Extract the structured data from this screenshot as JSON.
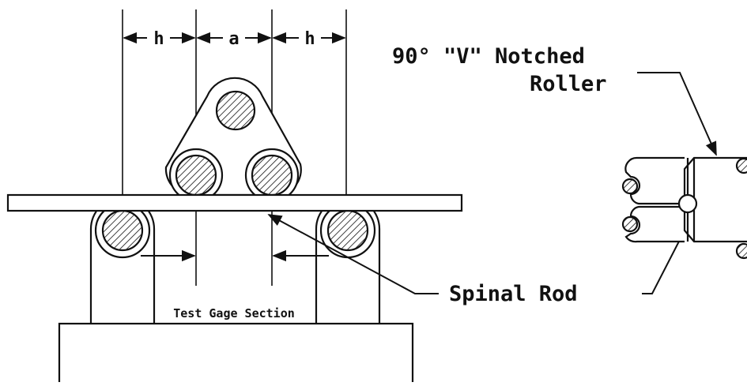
{
  "dimensions": {
    "h_left": "h",
    "a": "a",
    "h_right": "h"
  },
  "labels": {
    "roller_line1": "90° \"V\" Notched",
    "roller_line2": "Roller",
    "spinal_rod": "Spinal Rod",
    "test_gage_section": "Test Gage Section"
  },
  "colors": {
    "ink": "#111111",
    "paper": "#ffffff"
  }
}
